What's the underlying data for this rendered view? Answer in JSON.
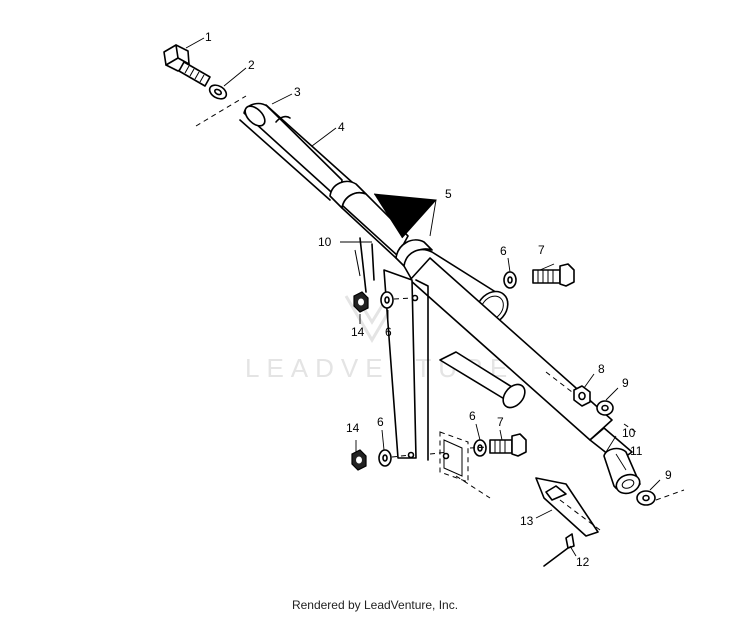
{
  "watermark": "LEADVENTURE",
  "footer": "Rendered by LeadVenture, Inc.",
  "callouts": [
    {
      "id": "c1",
      "text": "1"
    },
    {
      "id": "c2",
      "text": "2"
    },
    {
      "id": "c3",
      "text": "3"
    },
    {
      "id": "c4",
      "text": "4"
    },
    {
      "id": "c5",
      "text": "5"
    },
    {
      "id": "c6a",
      "text": "6"
    },
    {
      "id": "c7a",
      "text": "7"
    },
    {
      "id": "c10a",
      "text": "10"
    },
    {
      "id": "c14a",
      "text": "14"
    },
    {
      "id": "c6b",
      "text": "6"
    },
    {
      "id": "c8",
      "text": "8"
    },
    {
      "id": "c9a",
      "text": "9"
    },
    {
      "id": "c14b",
      "text": "14"
    },
    {
      "id": "c6c",
      "text": "6"
    },
    {
      "id": "c6d",
      "text": "6"
    },
    {
      "id": "c7b",
      "text": "7"
    },
    {
      "id": "c10b",
      "text": "10"
    },
    {
      "id": "c11",
      "text": "11"
    },
    {
      "id": "c9b",
      "text": "9"
    },
    {
      "id": "c13",
      "text": "13"
    },
    {
      "id": "c12",
      "text": "12"
    }
  ]
}
